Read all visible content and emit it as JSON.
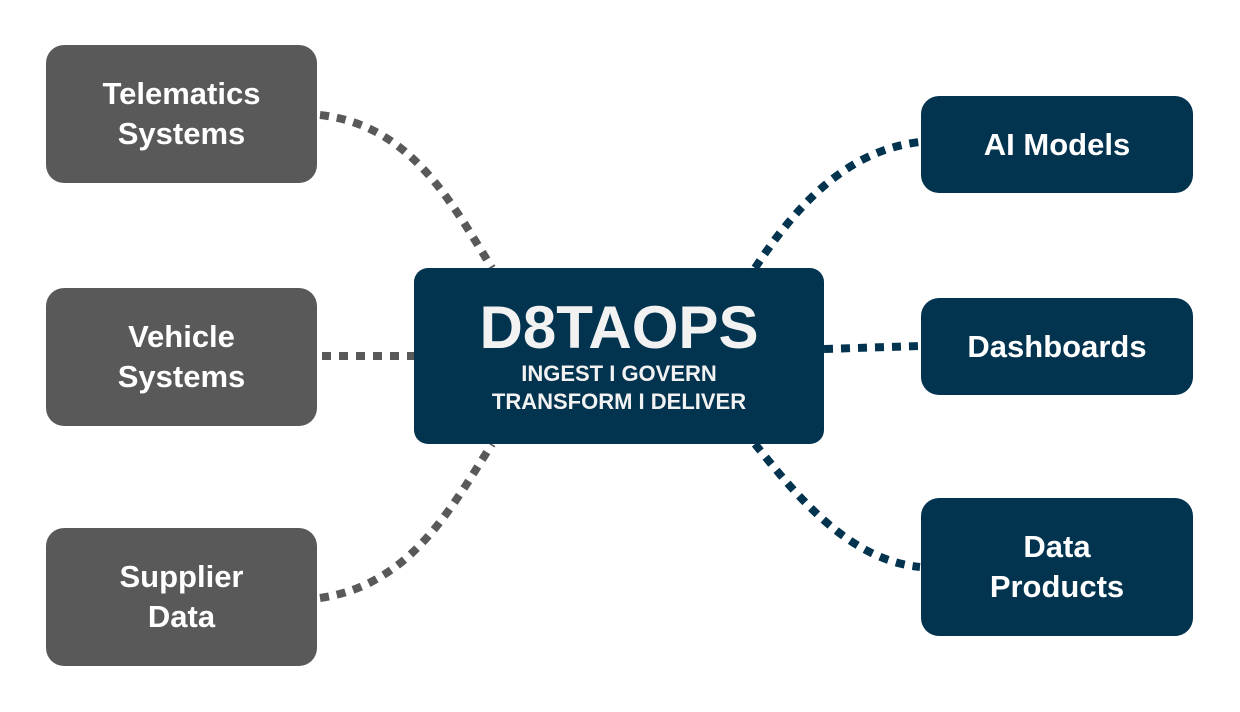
{
  "colors": {
    "source": "#595959",
    "hub": "#02334f",
    "background": "#ffffff"
  },
  "sources": [
    {
      "line1": "Telematics",
      "line2": "Systems"
    },
    {
      "line1": "Vehicle",
      "line2": "Systems"
    },
    {
      "line1": "Supplier",
      "line2": "Data"
    }
  ],
  "hub": {
    "title": "D8TAOPS",
    "line1": "INGEST I GOVERN",
    "line2": "TRANSFORM I DELIVER"
  },
  "outputs": [
    {
      "line1": "AI Models"
    },
    {
      "line1": "Dashboards"
    },
    {
      "line1": "Data",
      "line2": "Products"
    }
  ]
}
